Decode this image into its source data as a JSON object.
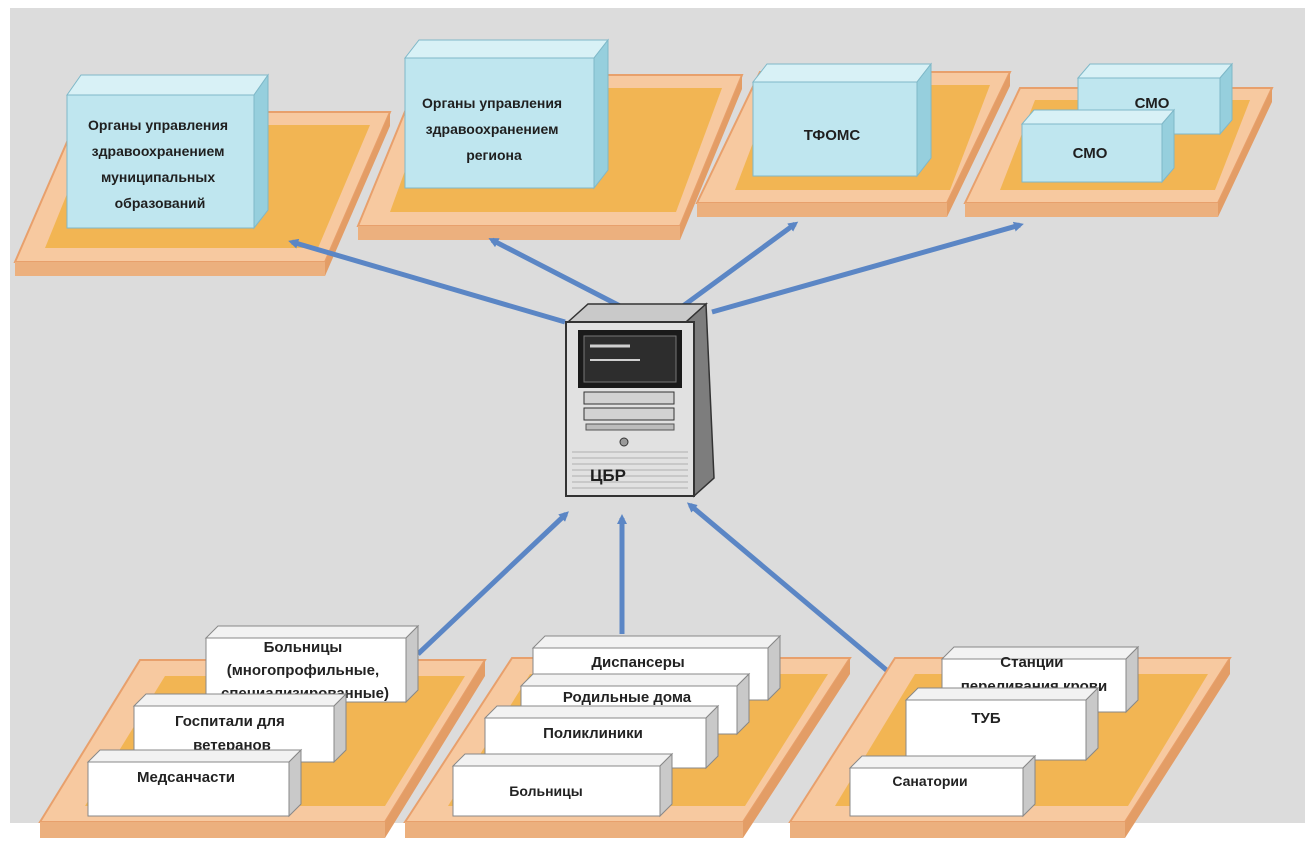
{
  "diagram": {
    "center": {
      "label": "ЦБР"
    },
    "top_nodes": {
      "municipal": {
        "lines": [
          "Органы управления",
          "здравоохранением",
          "муниципальных",
          "образований"
        ]
      },
      "regional": {
        "lines": [
          "Органы управления",
          "здравоохранением",
          "региона"
        ]
      },
      "tfoms": {
        "label": "ТФОМС"
      },
      "smo_back": {
        "label": "СМО"
      },
      "smo_front": {
        "label": "СМО"
      }
    },
    "bottom_groups": {
      "left": {
        "hospitals_multi": {
          "lines": [
            "Больницы",
            "(многопрофильные,",
            "специализированные)"
          ]
        },
        "veterans": {
          "lines": [
            "Госпитали для",
            "ветеранов"
          ]
        },
        "medsanchasti": {
          "label": "Медсанчасти"
        }
      },
      "middle": {
        "dispensaries": {
          "label": "Диспансеры"
        },
        "maternity": {
          "label": "Родильные дома"
        },
        "polyclinics": {
          "label": "Поликлиники"
        },
        "hospitals": {
          "label": "Больницы"
        }
      },
      "right": {
        "blood_stations": {
          "lines": [
            "Станции",
            "переливания крови"
          ]
        },
        "tub": {
          "label": "ТУБ"
        },
        "sanatoriums": {
          "label": "Санатории"
        }
      }
    },
    "colors": {
      "background": "#dcdcdc",
      "platform_face": "#f7c9a0",
      "platform_edge": "#e8a06c",
      "platform_inner": "#f2b553",
      "box_front": "#bfe6ef",
      "box_top": "#d8f1f6",
      "box_side": "#96cfdd",
      "arrow": "#5b86c5"
    }
  }
}
